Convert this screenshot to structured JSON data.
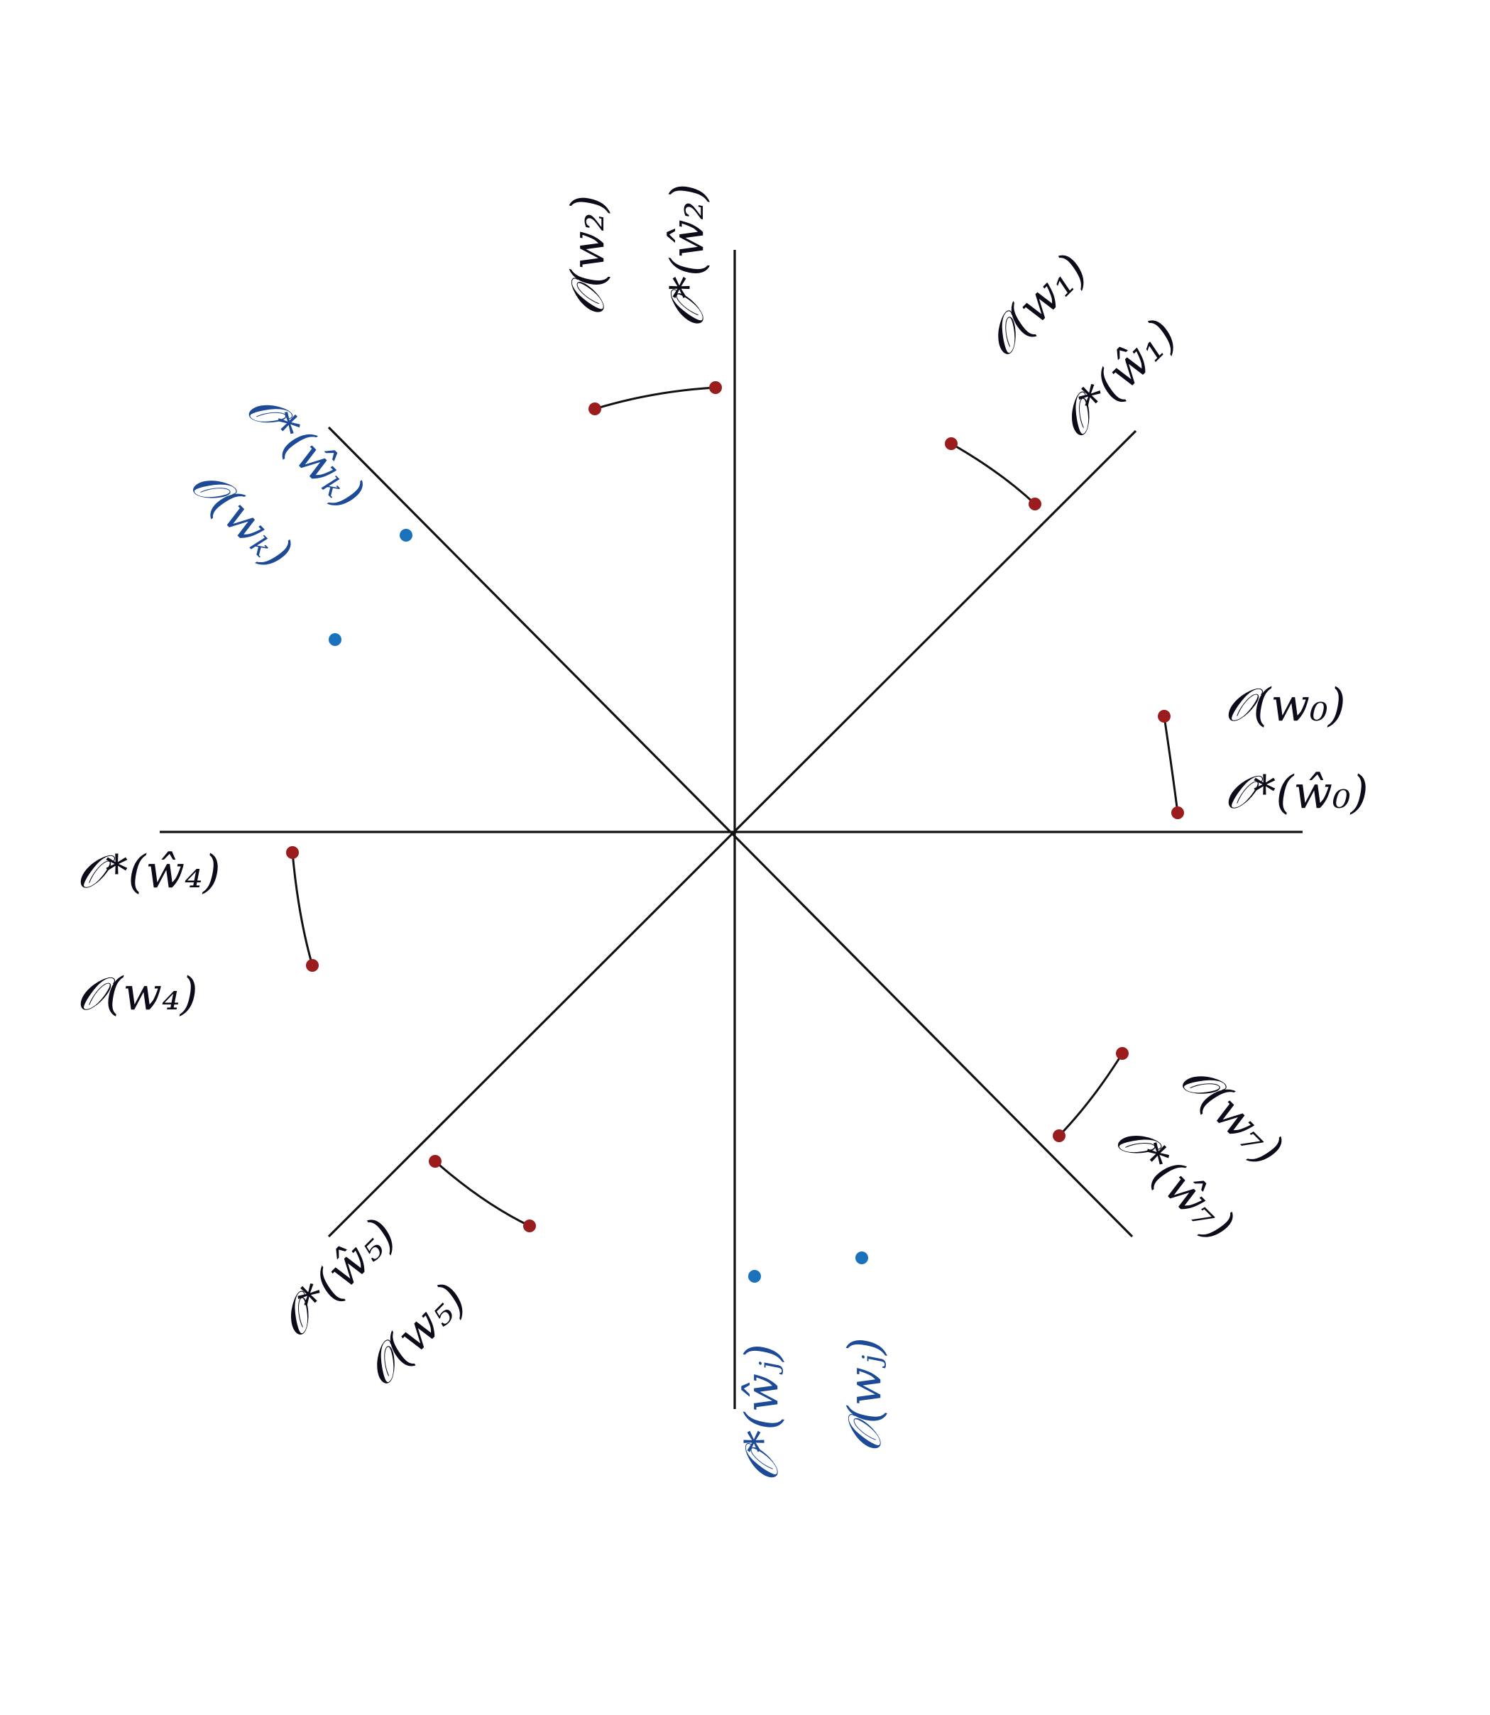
{
  "colors": {
    "axis": "#111111",
    "label_dark": "#0b0b1a",
    "label_blue": "#1d4a96",
    "point_red": "#9b1c1c",
    "point_blue": "#1a72bd"
  },
  "labels": {
    "w0_obs": "𝒪(w₀)",
    "w0_est": "𝒪*(ŵ₀)",
    "w1_obs": "𝒪(w₁)",
    "w1_est": "𝒪*(ŵ₁)",
    "w2_obs": "𝒪(w₂)",
    "w2_est": "𝒪*(ŵ₂)",
    "wk_est": "𝒪*(ŵₖ)",
    "wk_obs": "𝒪(wₖ)",
    "w4_est": "𝒪*(ŵ₄)",
    "w4_obs": "𝒪(w₄)",
    "w5_est": "𝒪*(ŵ₅)",
    "w5_obs": "𝒪(w₅)",
    "wj_est": "𝒪*(ŵⱼ)",
    "wj_obs": "𝒪(wⱼ)",
    "w7_obs": "𝒪(w₇)",
    "w7_est": "𝒪*(ŵ₇)"
  }
}
